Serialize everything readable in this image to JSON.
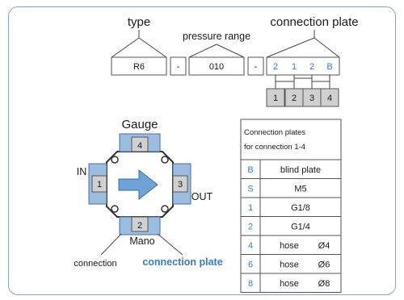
{
  "code": {
    "type_label": "type",
    "pressure_label": "pressure range",
    "plate_label": "connection plate",
    "type_value": "R6",
    "dash1": "-",
    "pressure_value": "010",
    "dash2": "-",
    "plates": [
      "2",
      "1",
      "2",
      "B"
    ],
    "positions": [
      "1",
      "2",
      "3",
      "4"
    ]
  },
  "gauge": {
    "title": "Gauge",
    "in_label": "IN",
    "out_label": "OUT",
    "mano_label": "Mano",
    "port_top": "4",
    "port_left": "1",
    "port_right": "3",
    "port_bottom": "2",
    "connection_label": "connection",
    "connection_plate_label": "connection plate"
  },
  "table": {
    "header_line1": "Connection plates",
    "header_line2": "for connection 1-4",
    "rows": [
      {
        "code": "B",
        "desc": "blind plate",
        "size": ""
      },
      {
        "code": "S",
        "desc": "M5",
        "size": ""
      },
      {
        "code": "1",
        "desc": "G1/8",
        "size": ""
      },
      {
        "code": "2",
        "desc": "G1/4",
        "size": ""
      },
      {
        "code": "4",
        "desc": "hose",
        "size": "Ø4"
      },
      {
        "code": "6",
        "desc": "hose",
        "size": "Ø6"
      },
      {
        "code": "8",
        "desc": "hose",
        "size": "Ø8"
      }
    ]
  },
  "colors": {
    "accent": "#3a7cc4",
    "port_fill": "#9cbde0",
    "frame": "#7fa6cf"
  }
}
